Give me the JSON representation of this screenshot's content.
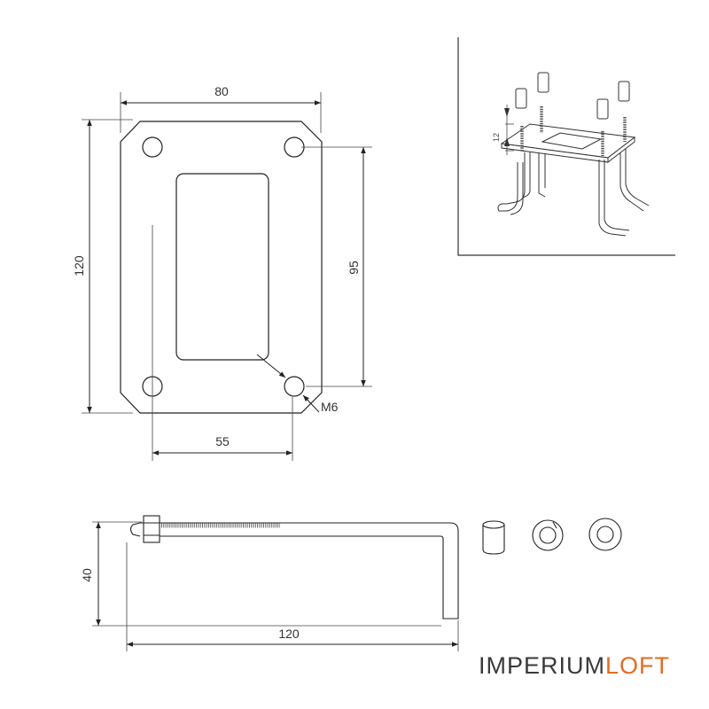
{
  "plate": {
    "width_label": "80",
    "height_label": "120",
    "hole_spacing_horizontal_label": "55",
    "hole_spacing_vertical_label": "95",
    "thread_label": "M6"
  },
  "isometric": {
    "height_label": "12"
  },
  "anchor_bolt": {
    "height_label": "40",
    "length_label": "120"
  },
  "brand": {
    "part1": "IMPERIUM",
    "part2": "LOFT",
    "accent_color": "#e36b22"
  }
}
